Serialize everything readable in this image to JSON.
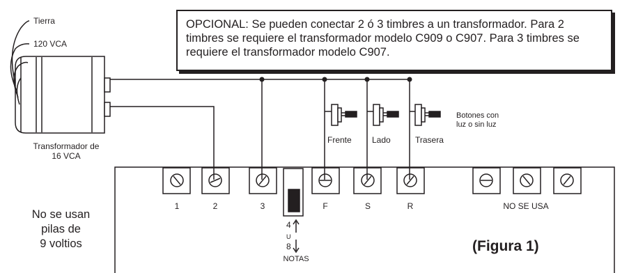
{
  "note": {
    "text": "OPCIONAL: Se pueden conectar 2 ó 3 timbres a un transformador. Para 2 timbres se requiere el transformador modelo C909 o C907. Para 3 timbres se requiere el transformador modelo C907."
  },
  "transformer": {
    "ground_label": "Tierra",
    "input_label": "120 VCA",
    "name_line1": "Transformador de",
    "name_line2": "16 VCA"
  },
  "buttons": {
    "caption_line1": "Botones con",
    "caption_line2": "luz o sin luz",
    "front": "Frente",
    "side": "Lado",
    "rear": "Trasera"
  },
  "terminals": {
    "t1": "1",
    "t2": "2",
    "t3": "3",
    "tf": "F",
    "ts": "S",
    "tr": "R",
    "unused": "NO SE USA"
  },
  "switch": {
    "top": "4",
    "or": "U",
    "bottom": "8",
    "notes": "NOTAS"
  },
  "battery_note": {
    "line1": "No se usan",
    "line2": "pilas de",
    "line3": "9 voltios"
  },
  "figure_label": "(Figura 1)"
}
